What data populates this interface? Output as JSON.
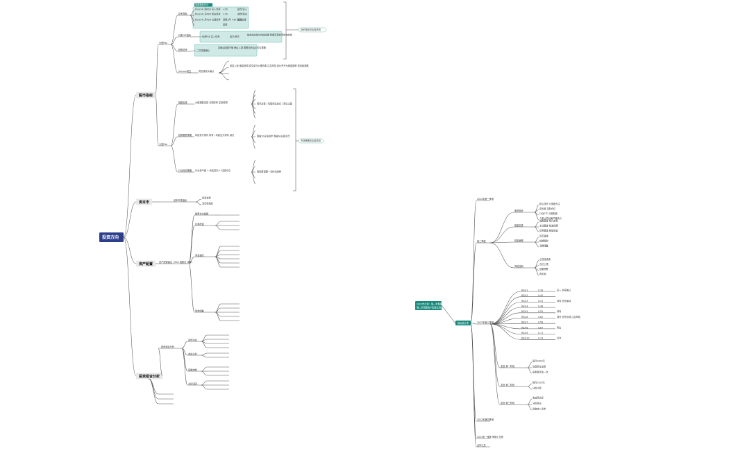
{
  "left_map": {
    "root": "投资方向",
    "branches": [
      {
        "label": "股市指标",
        "subs": [
          {
            "label": "大盘Rsx",
            "groups": [
              {
                "label": "技术指标",
                "note_header": "周期指标RSX",
                "items": [
                  {
                    "label": "Rsx(14) 周RSX 买入信号",
                    "cond": "<30",
                    "result": "建仓/买入"
                  },
                  {
                    "label": "Rsx(14) 日RSX 卖出信号",
                    "cond": ">70",
                    "result": "减仓/卖出"
                  },
                  {
                    "label": "Rsx(14) 月RSX 长线信号",
                    "cond": "连续3月 <30 区间",
                    "result": "长线定投"
                  },
                  {
                    "label": "",
                    "cond": "其他",
                    "result": ""
                  }
                ]
              },
              {
                "label": "K线RSX指标",
                "items": [
                  {
                    "label": "K线RSX 买入信号",
                    "cond": "金叉/死叉",
                    "result": "结合成交量与均线位置 判断买卖信号的有效性"
                  }
                ]
              },
              {
                "label": "趋势信号",
                "items": [
                  {
                    "label": "二次突破确认",
                    "cond": "",
                    "result": "突破后回踩不破 确认入场 顺势加仓后止损位跟随"
                  }
                ]
              },
              {
                "label": "Volume成交",
                "items": [
                  {
                    "label": "成交量放大确认",
                    "cond": "",
                    "result": "放量上涨 缩量回调 成交量与价格背离 注意风险 量价齐升为健康趋势 需持续观察"
                  }
                ]
              }
            ]
          },
          {
            "label": "大盘Rsx",
            "groups": [
              {
                "label": "指数定投",
                "items": [
                  {
                    "label": "大盘指数定投 长期持有 定投周期",
                    "cond": "",
                    "result": "每月定投 / 估值低位加仓 / 高位止盈"
                  }
                ]
              },
              {
                "label": "趋势跟踪策略",
                "items": [
                  {
                    "label": "均线多头排列 持有 / 均线空头排列 减仓",
                    "cond": "",
                    "result": "跌破20日线减半 跌破60日线清仓"
                  }
                ]
              },
              {
                "label": "行业轮动策略",
                "items": [
                  {
                    "label": "行业景气度 + 资金流向 + 估值分位",
                    "cond": "",
                    "result": "每季度调整一次持仓结构"
                  }
                ]
              }
            ],
            "note": "资产配置建议"
          }
        ]
      },
      {
        "label": "资本市",
        "subs": [
          {
            "label": "资本市场指标",
            "items": [
              "利率走势",
              "流动性指标"
            ]
          }
        ]
      },
      {
        "label": "资产配置",
        "subs": [
          {
            "label": "资产配置建议（RSX 指数法 详解）",
            "items": [
              "股票仓位管理",
              "债券配置",
              "黄金避险",
              "现金储备"
            ]
          }
        ]
      },
      {
        "label": "投资组合分析",
        "subs": [
          {
            "label": "投资组合分析",
            "items": [
              "风险评估",
              "收益分析",
              "回撤控制",
              "业绩归因"
            ]
          }
        ]
      }
    ],
    "annotations": {
      "top": "技术指标的应用说明",
      "mid": "市场策略的应用说明"
    }
  },
  "right_map": {
    "root_note": "2022年计划：第一步整理账户 第二步调整资产配置比例",
    "root": "指标统计表",
    "branches": [
      "2022年第一季度",
      "第二季度",
      "2022年第三季度",
      "2022年第四季度",
      "2023年一季度 季度汇总表",
      "全年汇总"
    ],
    "q2_groups": [
      {
        "label": "股票投资",
        "items": [
          "核心持仓 价值股为主",
          "成长股 控制仓位",
          "行业ETF 分散配置",
          "个股止损纪律严格执行"
        ]
      },
      {
        "label": "基金定投",
        "items": [
          "指数基金 每月定投",
          "主动基金 精选经理",
          "债券基金 稳健收益"
        ]
      },
      {
        "label": "现金管理",
        "items": [
          "货币基金",
          "短期理财",
          "活期储备"
        ]
      },
      {
        "label": "风险控制",
        "items": [
          "止损线设置",
          "仓位上限",
          "回撤预警",
          "再平衡"
        ]
      }
    ],
    "q3_rows": [
      {
        "code": "RSX-1",
        "value": "0.39",
        "note": "买入 信号确认"
      },
      {
        "code": "RSX-2",
        "value": "0.42",
        "note": ""
      },
      {
        "code": "RSX-3",
        "value": "0.51",
        "note": "持有 信号保持"
      },
      {
        "code": "RSX-4",
        "value": "0.48",
        "note": ""
      },
      {
        "code": "RSX-5",
        "value": "0.55",
        "note": "持有"
      },
      {
        "code": "RSX-6",
        "value": "0.62",
        "note": "减仓 信号出现 注意风险"
      },
      {
        "code": "RSX-7",
        "value": "0.58",
        "note": ""
      },
      {
        "code": "RSX-8",
        "value": "0.67",
        "note": "卖出"
      },
      {
        "code": "RSX-9",
        "value": "0.71",
        "note": ""
      },
      {
        "code": "RSX-10",
        "value": "0.74",
        "note": "清仓"
      }
    ],
    "q3_extra": [
      {
        "label": "定投 第一阶段",
        "items": [
          "每月1000元",
          "估值低位加倍",
          "每季度评估一次"
        ]
      },
      {
        "label": "定投 第二阶段",
        "items": [
          "每月1500元",
          "分批止盈"
        ]
      },
      {
        "label": "定投 第三阶段",
        "items": [
          "收益率达标",
          "分批卖出",
          "资金转入债券"
        ]
      }
    ]
  },
  "colors": {
    "root": "#2c3e8c",
    "right_root": "#1b8a7c",
    "note_fill": "#cfe9e6",
    "note_stroke": "#6bbfb4",
    "line": "#555555"
  }
}
